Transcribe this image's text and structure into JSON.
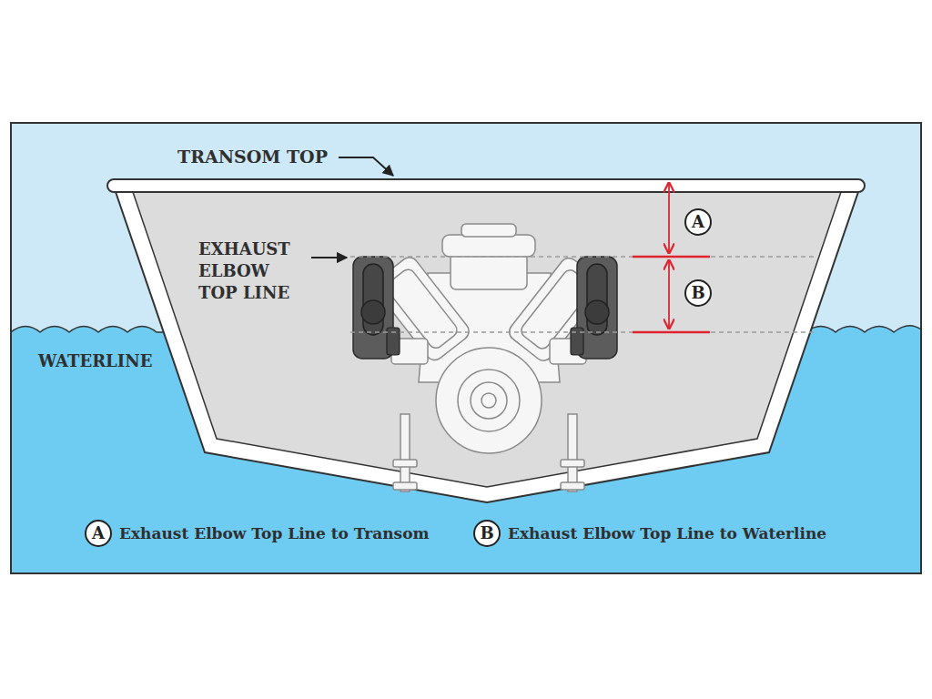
{
  "diagram": {
    "nodes": [
      {
        "text": [
          "A"
        ]
      },
      {
        "text": [
          "B"
        ]
      },
      {
        "text": [
          "A"
        ]
      },
      {
        "text": [
          "B"
        ]
      }
    ],
    "labels": [
      "TRANSOM TOP",
      "EXHAUST ELBOW TOP LINE",
      "WATERLINE",
      "Exhaust Elbow Top Line to Transom",
      "Exhaust Elbow Top Line to Waterline"
    ]
  }
}
